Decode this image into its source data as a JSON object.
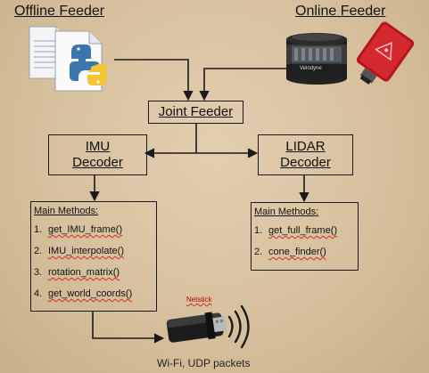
{
  "titles": {
    "offline": "Offline Feeder",
    "online": "Online Feeder"
  },
  "joint_feeder": "Joint Feeder",
  "imu_decoder": {
    "line1": "IMU",
    "line2": "Decoder"
  },
  "lidar_decoder": {
    "line1": "LIDAR",
    "line2": "Decoder"
  },
  "imu_methods": {
    "heading": "Main Methods:",
    "items": [
      {
        "num": "1.",
        "name": "get_IMU_frame()"
      },
      {
        "num": "2.",
        "name": "IMU_interpolate()"
      },
      {
        "num": "3.",
        "name": "rotation_matrix()"
      },
      {
        "num": "4.",
        "name": "get_world_coords()"
      }
    ]
  },
  "lidar_methods": {
    "heading": "Main Methods:",
    "items": [
      {
        "num": "1.",
        "name": "get_full_frame()"
      },
      {
        "num": "2.",
        "name": "cone_finder()"
      }
    ]
  },
  "netstick_label": "Netstick",
  "velodyne_label": "Velodyne",
  "caption": "Wi-Fi, UDP packets",
  "icons": [
    "python-file-icon",
    "velodyne-lidar-icon",
    "imu-sensor-icon",
    "usb-stick-icon",
    "wifi-signal-icon"
  ]
}
